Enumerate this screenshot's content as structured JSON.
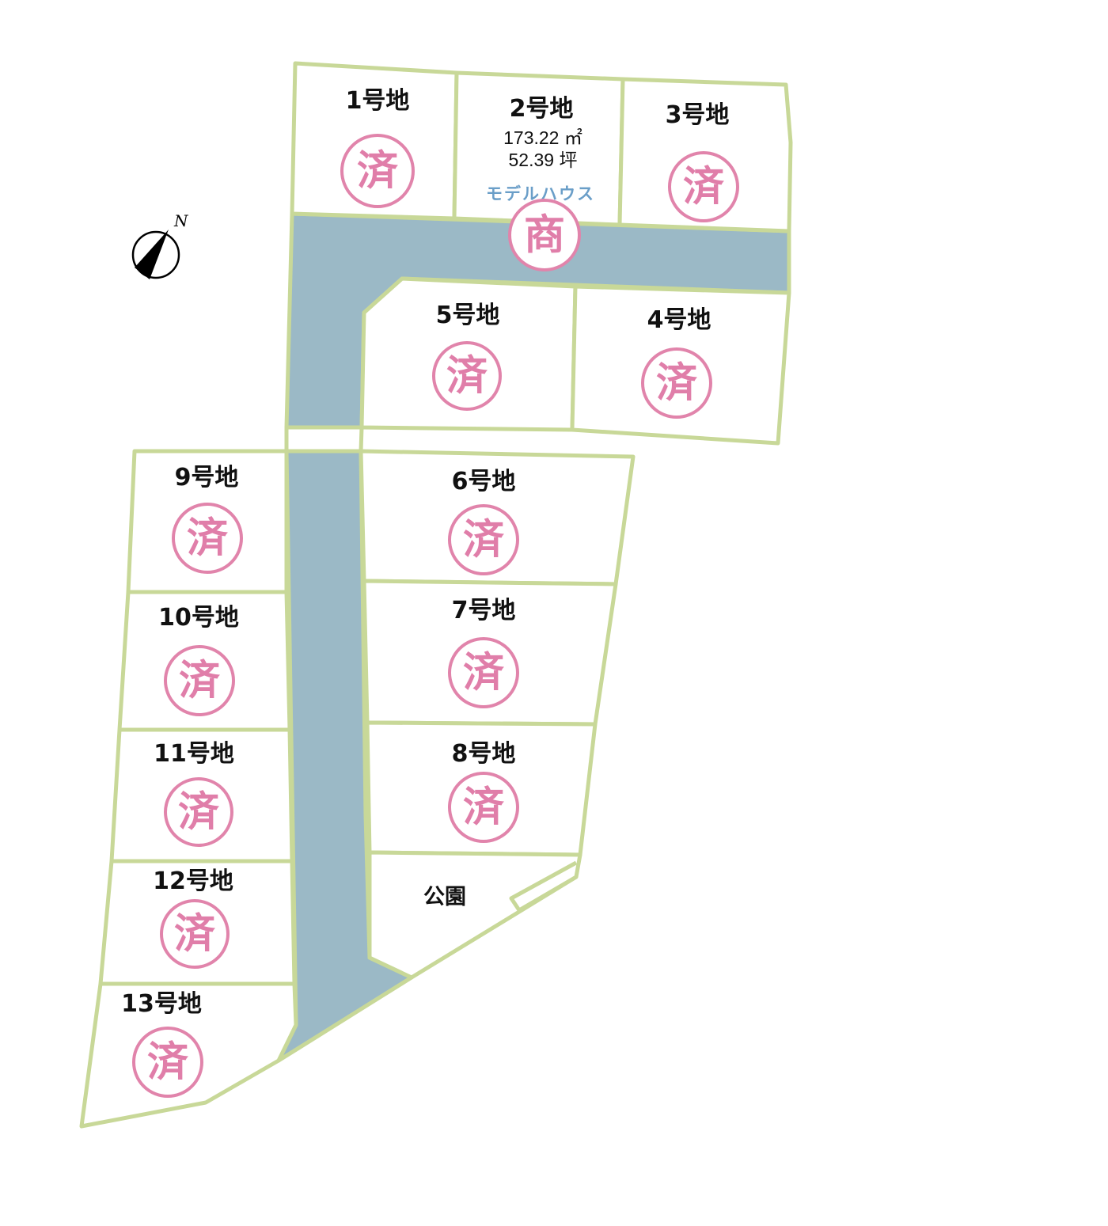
{
  "map": {
    "compass_label": "N",
    "lots": [
      {
        "label": "1号地",
        "stamp": "済"
      },
      {
        "label": "2号地",
        "stamp": "商",
        "area_m2": "173.22 ㎡",
        "area_tsubo": "52.39 坪",
        "note": "モデルハウス"
      },
      {
        "label": "3号地",
        "stamp": "済"
      },
      {
        "label": "4号地",
        "stamp": "済"
      },
      {
        "label": "5号地",
        "stamp": "済"
      },
      {
        "label": "6号地",
        "stamp": "済"
      },
      {
        "label": "7号地",
        "stamp": "済"
      },
      {
        "label": "8号地",
        "stamp": "済"
      },
      {
        "label": "9号地",
        "stamp": "済"
      },
      {
        "label": "10号地",
        "stamp": "済"
      },
      {
        "label": "11号地",
        "stamp": "済"
      },
      {
        "label": "12号地",
        "stamp": "済"
      },
      {
        "label": "13号地",
        "stamp": "済"
      }
    ],
    "park_label": "公園",
    "colors": {
      "road": "#9bb9c6",
      "boundary": "#c8d898",
      "stamp": "#e07ea9",
      "model_house": "#6a9ec8"
    }
  }
}
